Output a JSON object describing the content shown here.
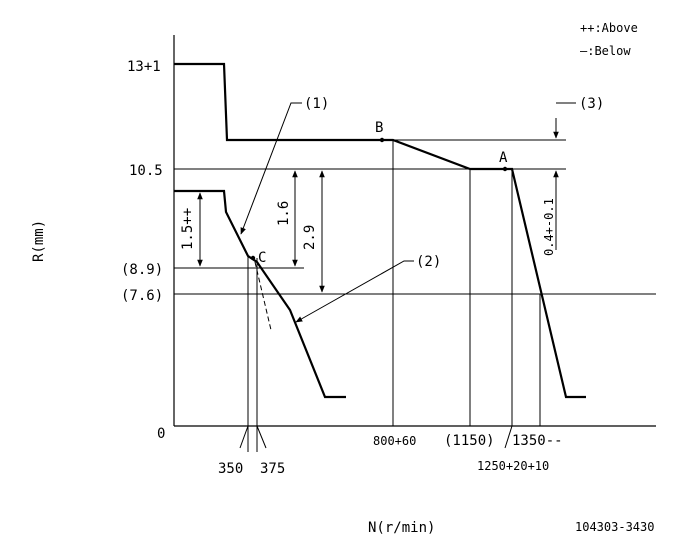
{
  "legend": {
    "above": "++:Above",
    "below": "—:Below"
  },
  "axes": {
    "y_title": "R(mm)",
    "x_title": "N(r/min)",
    "origin": "0"
  },
  "y_ticks": {
    "t13": "13+1",
    "t10": "10.5",
    "t89": "(8.9)",
    "t76": "(7.6)"
  },
  "x_ticks": {
    "t350": "350",
    "t375": "375",
    "t800": "800+60",
    "t1150": "(1150)",
    "t1350": "1350--",
    "t1250": "1250+20+10"
  },
  "points": {
    "a": "A",
    "b": "B",
    "c": "C"
  },
  "callouts": {
    "c1": "(1)",
    "c2": "(2)",
    "c3": "(3)"
  },
  "dimensions": {
    "d15": "1.5++",
    "d16": "1.6",
    "d29": "2.9",
    "d04": "0.4+-0.1"
  },
  "code": "104303-3430"
}
